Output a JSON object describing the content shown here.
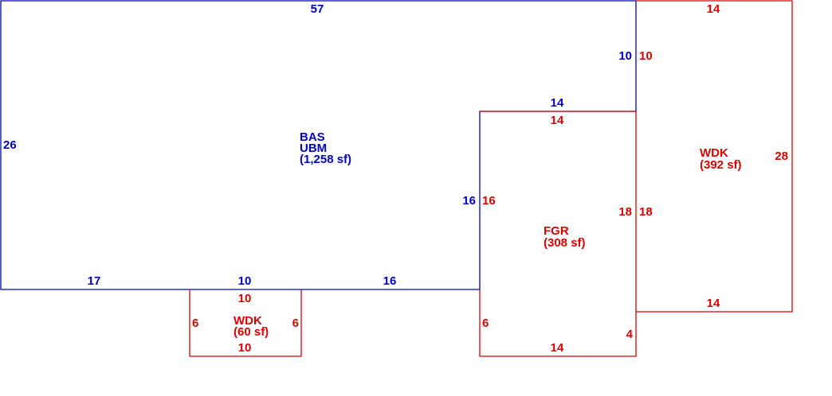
{
  "colors": {
    "main": "#0000cc",
    "addition": "#dd0000"
  },
  "areas": {
    "bas": {
      "line1": "BAS",
      "line2": "UBM",
      "area": "(1,258 sf)"
    },
    "wdk_small": {
      "name": "WDK",
      "area": "(60 sf)"
    },
    "fgr": {
      "name": "FGR",
      "area": "(308 sf)"
    },
    "wdk_large": {
      "name": "WDK",
      "area": "(392 sf)"
    }
  },
  "dimensions": {
    "bas_top": "57",
    "bas_left": "26",
    "bas_right_upper": "10",
    "bas_step_top": "14",
    "bas_step_side": "16",
    "bas_bottom_left": "17",
    "bas_bottom_mid": "10",
    "bas_bottom_right": "16",
    "wdk_large_top": "14",
    "wdk_large_left_upper": "10",
    "wdk_large_right": "28",
    "wdk_large_left_lower": "18",
    "wdk_large_bottom": "14",
    "fgr_top": "14",
    "fgr_left_upper": "16",
    "fgr_right": "18",
    "fgr_left_lower": "6",
    "fgr_bottom": "14",
    "fgr_right_lower": "4",
    "wdk_small_top": "10",
    "wdk_small_left": "6",
    "wdk_small_right": "6",
    "wdk_small_bottom": "10"
  }
}
